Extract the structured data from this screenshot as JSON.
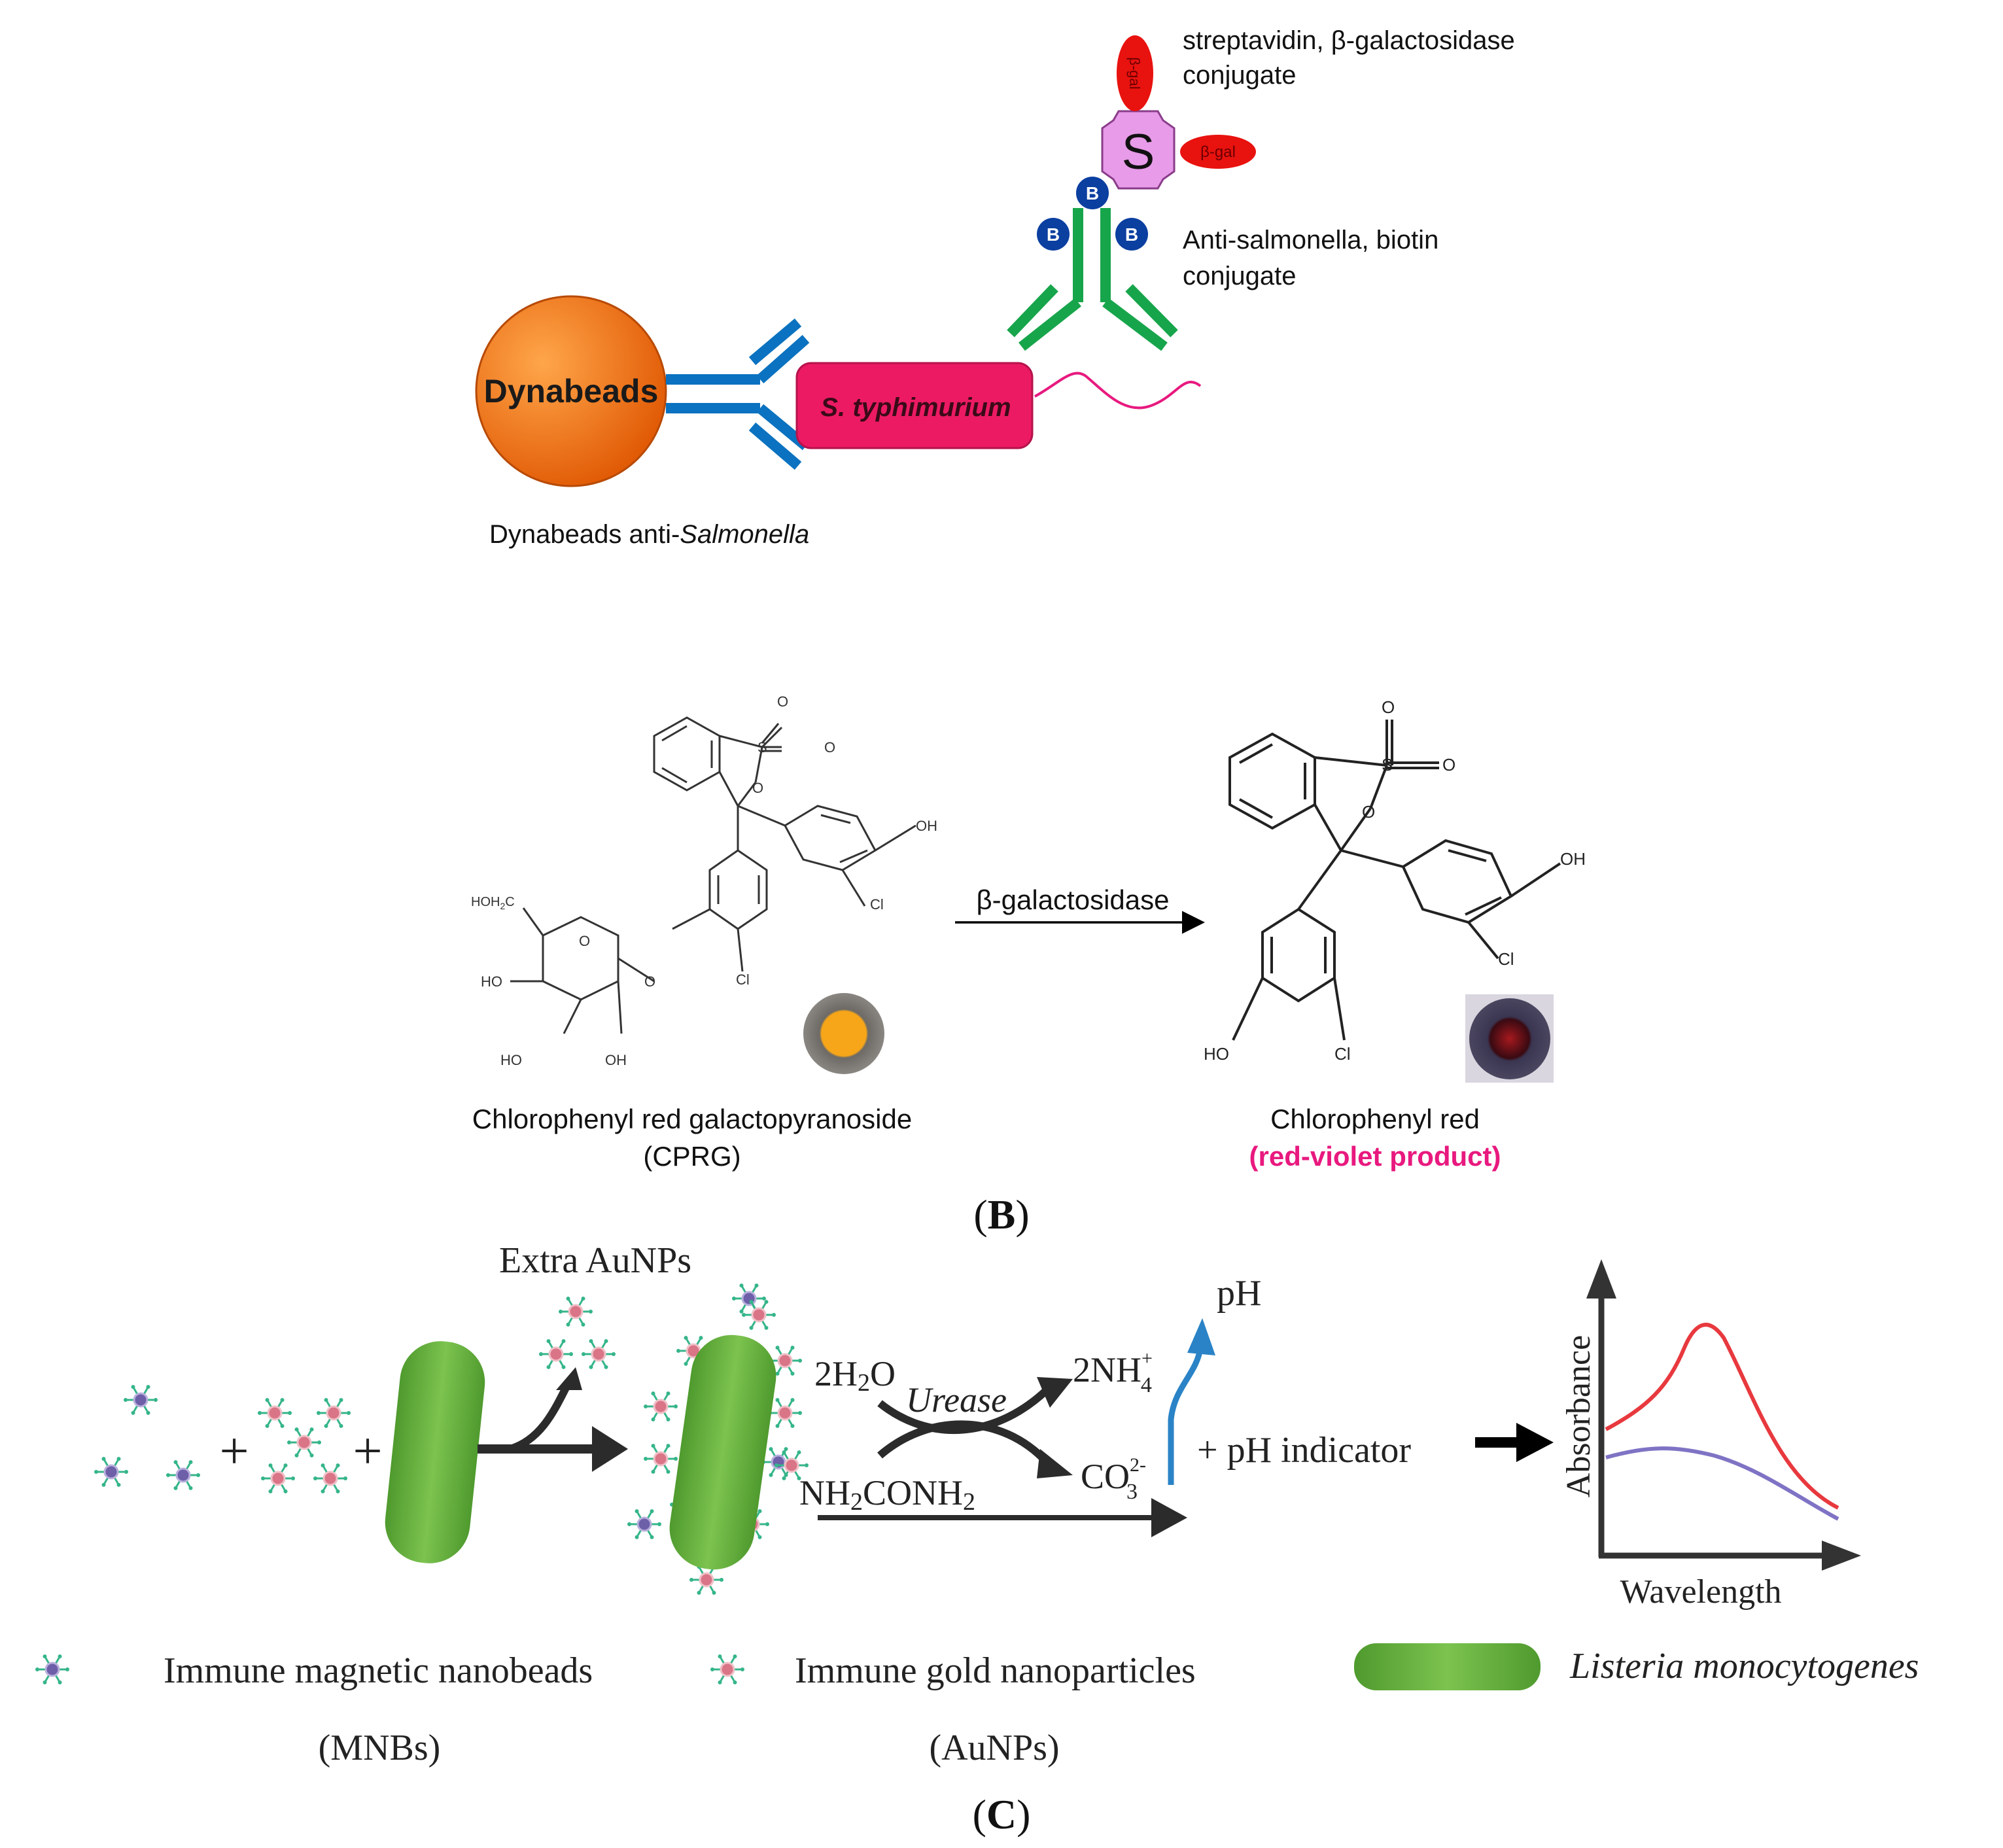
{
  "panel_a": {
    "bead_label": "Dynabeads",
    "bead_caption_prefix": "Dynabeads anti-",
    "bead_caption_italic": "Salmonella",
    "bacterium_label": "S. typhimurium",
    "streptavidin_symbol": "S",
    "enzyme_label": "β-gal",
    "biotin_symbol": "B",
    "conjugate_label_line1": "streptavidin, β-galactosidase",
    "conjugate_label_line2": "conjugate",
    "antibody_label_line1": "Anti-salmonella, biotin",
    "antibody_label_line2": "conjugate"
  },
  "panel_b": {
    "enzyme_arrow_label": "β-galactosidase",
    "substrate_name": "Chlorophenyl red galactopyranoside",
    "substrate_abbr": "(CPRG)",
    "product_name": "Chlorophenyl red",
    "product_note": "(red-violet product)",
    "atom_O": "O",
    "atom_S": "S",
    "atom_OH": "OH",
    "atom_Cl": "Cl",
    "atom_HO": "HO",
    "atom_HOH2C": "HOH",
    "atom_HOH2C_sub": "2",
    "atom_HOH2C_end": "C",
    "panel_label": "(B)",
    "panel_letter": "B"
  },
  "panel_c": {
    "extra_label": "Extra AuNPs",
    "plus": "+",
    "water_main": "2H",
    "water_sub": "2",
    "water_end": "O",
    "urea_a": "NH",
    "urea_sub1": "2",
    "urea_b": "CONH",
    "urea_sub2": "2",
    "urease_label": "Urease",
    "ammonium_main": "2NH",
    "ammonium_sup": "+",
    "ammonium_sub": "4",
    "carbonate_main": "CO",
    "carbonate_sup": "2-",
    "carbonate_sub": "3",
    "ph_label": "pH",
    "ph_indicator_label": "+ pH indicator",
    "y_axis_label": "Absorbance",
    "x_axis_label": "Wavelength",
    "legend_mnb_line1": "Immune magnetic nanobeads",
    "legend_mnb_line2": "(MNBs)",
    "legend_aunp_line1": "Immune gold nanoparticles",
    "legend_aunp_line2": "(AuNPs)",
    "legend_bacteria": "Listeria monocytogenes",
    "panel_letter": "C"
  },
  "colors": {
    "bead": "#ee6a0c",
    "bacterium": "#ec1a63",
    "antibody_blue": "#0a72c0",
    "antibody_green": "#17a54b",
    "streptavidin": "#e79be8",
    "enzyme": "#e8120f",
    "biotin": "#0b3fa0",
    "product_text": "#e8197f",
    "listeria": "#62b33d",
    "ph_arrow": "#2a83c6",
    "curve_red": "#e8393e",
    "curve_purple": "#7e73c4"
  }
}
